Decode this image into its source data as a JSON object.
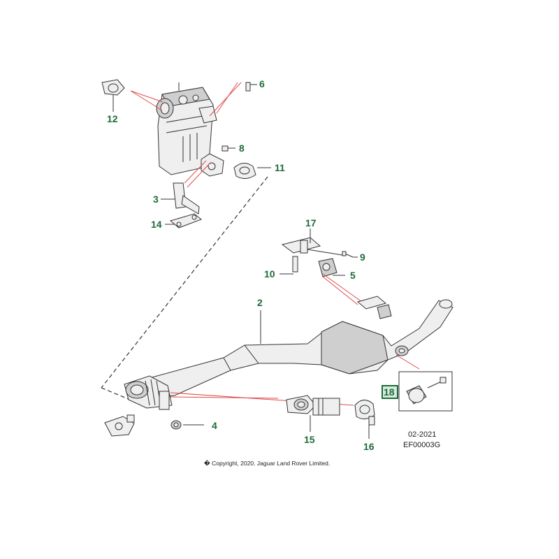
{
  "diagram": {
    "callouts": [
      {
        "id": "c-2",
        "label": "2"
      },
      {
        "id": "c-3",
        "label": "3"
      },
      {
        "id": "c-4",
        "label": "4"
      },
      {
        "id": "c-5",
        "label": "5"
      },
      {
        "id": "c-6",
        "label": "6"
      },
      {
        "id": "c-8",
        "label": "8"
      },
      {
        "id": "c-9",
        "label": "9"
      },
      {
        "id": "c-10",
        "label": "10"
      },
      {
        "id": "c-11",
        "label": "11"
      },
      {
        "id": "c-12",
        "label": "12"
      },
      {
        "id": "c-14",
        "label": "14"
      },
      {
        "id": "c-15",
        "label": "15"
      },
      {
        "id": "c-16",
        "label": "16"
      },
      {
        "id": "c-17",
        "label": "17"
      },
      {
        "id": "c-18",
        "label": "18"
      }
    ],
    "date_code": "02-2021",
    "ref_code": "EF00003G",
    "copyright": "� Copyright, 2020. Jaguar Land Rover Limited.",
    "colors": {
      "callout_green": "#1f6b3a",
      "leader_red": "#e04a4a",
      "line_dark": "#333333",
      "part_fill": "#efefef"
    }
  }
}
